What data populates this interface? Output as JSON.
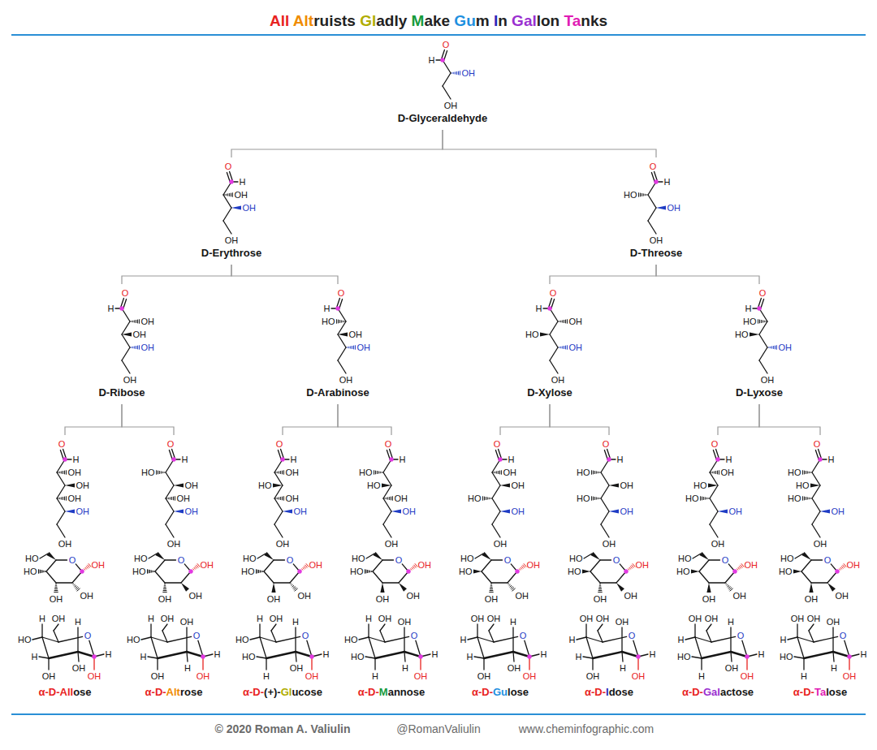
{
  "diagram": {
    "title": "All Altruists Gladly Make Gum In Gallon Tanks",
    "nodes": [
      {
        "text": [
          "O",
          "H",
          "OH",
          "OH",
          "D-Glyceraldehyde"
        ]
      },
      {
        "text": [
          "O",
          "H",
          "OH",
          "OH",
          "OH",
          "D-Erythrose"
        ]
      },
      {
        "text": [
          "O",
          "H",
          "HO",
          "OH",
          "OH",
          "D-Threose"
        ]
      },
      {
        "text": [
          "O",
          "H",
          "OH",
          "OH",
          "OH",
          "OH",
          "D-Ribose"
        ]
      },
      {
        "text": [
          "O",
          "H",
          "HO",
          "OH",
          "OH",
          "OH",
          "D-Arabinose"
        ]
      },
      {
        "text": [
          "O",
          "H",
          "OH",
          "HO",
          "OH",
          "OH",
          "D-Xylose"
        ]
      },
      {
        "text": [
          "O",
          "H",
          "HO",
          "HO",
          "OH",
          "OH",
          "D-Lyxose"
        ]
      },
      {
        "text": [
          "O",
          "H",
          "OH",
          "OH",
          "OH",
          "OH",
          "OH",
          "HO",
          "O",
          "OH",
          "HO",
          "OH",
          "OH",
          "OH",
          "H",
          "HO",
          "O",
          "H",
          "H",
          "H",
          "OH",
          "OH",
          "OH",
          "α-D-Allose"
        ]
      },
      {
        "text": [
          "O",
          "H",
          "HO",
          "OH",
          "OH",
          "OH",
          "OH",
          "HO",
          "O",
          "OH",
          "HO",
          "OH",
          "OH",
          "OH",
          "H",
          "HO",
          "O",
          "OH",
          "H",
          "H",
          "H",
          "OH",
          "OH",
          "α-D-Altrose"
        ]
      },
      {
        "text": [
          "O",
          "H",
          "OH",
          "HO",
          "OH",
          "OH",
          "OH",
          "HO",
          "O",
          "OH",
          "HO",
          "OH",
          "OH",
          "OH",
          "H",
          "HO",
          "O",
          "H",
          "H",
          "HO",
          "OH",
          "H",
          "OH",
          "α-D-(+)-Glucose"
        ]
      },
      {
        "text": [
          "O",
          "H",
          "HO",
          "HO",
          "OH",
          "OH",
          "OH",
          "HO",
          "O",
          "OH",
          "HO",
          "OH",
          "OH",
          "OH",
          "H",
          "HO",
          "O",
          "OH",
          "H",
          "HO",
          "H",
          "H",
          "OH",
          "α-D-Mannose"
        ]
      },
      {
        "text": [
          "O",
          "H",
          "OH",
          "OH",
          "HO",
          "OH",
          "OH",
          "HO",
          "O",
          "OH",
          "HO",
          "OH",
          "OH",
          "OH",
          "OH",
          "H",
          "O",
          "H",
          "H",
          "H",
          "OH",
          "OH",
          "OH",
          "α-D-Gulose"
        ]
      },
      {
        "text": [
          "O",
          "H",
          "HO",
          "OH",
          "HO",
          "OH",
          "OH",
          "HO",
          "O",
          "OH",
          "HO",
          "OH",
          "OH",
          "OH",
          "OH",
          "H",
          "O",
          "OH",
          "H",
          "H",
          "H",
          "OH",
          "OH",
          "α-D-Idose"
        ]
      },
      {
        "text": [
          "O",
          "H",
          "OH",
          "HO",
          "HO",
          "OH",
          "OH",
          "HO",
          "O",
          "OH",
          "HO",
          "OH",
          "OH",
          "OH",
          "OH",
          "H",
          "O",
          "H",
          "H",
          "HO",
          "OH",
          "H",
          "OH",
          "α-D-Galactose"
        ]
      },
      {
        "text": [
          "O",
          "H",
          "HO",
          "HO",
          "HO",
          "OH",
          "OH",
          "HO",
          "O",
          "OH",
          "HO",
          "OH",
          "OH",
          "OH",
          "OH",
          "H",
          "O",
          "OH",
          "H",
          "HO",
          "H",
          "H",
          "OH",
          "α-D-Talose"
        ]
      }
    ],
    "edges": [
      {
        "from": 0,
        "to": 1,
        "arrow": "none"
      },
      {
        "from": 0,
        "to": 2,
        "arrow": "none"
      },
      {
        "from": 1,
        "to": 3,
        "arrow": "none"
      },
      {
        "from": 1,
        "to": 4,
        "arrow": "none"
      },
      {
        "from": 2,
        "to": 5,
        "arrow": "none"
      },
      {
        "from": 2,
        "to": 6,
        "arrow": "none"
      },
      {
        "from": 3,
        "to": 7,
        "arrow": "none"
      },
      {
        "from": 3,
        "to": 8,
        "arrow": "none"
      },
      {
        "from": 4,
        "to": 9,
        "arrow": "none"
      },
      {
        "from": 4,
        "to": 10,
        "arrow": "none"
      },
      {
        "from": 5,
        "to": 11,
        "arrow": "none"
      },
      {
        "from": 5,
        "to": 12,
        "arrow": "none"
      },
      {
        "from": 6,
        "to": 13,
        "arrow": "none"
      },
      {
        "from": 6,
        "to": 14,
        "arrow": "none"
      }
    ],
    "labels": [
      "© 2020 Roman A. Valiulin",
      "@RomanValiulin",
      "www.cheminfographic.com"
    ]
  }
}
